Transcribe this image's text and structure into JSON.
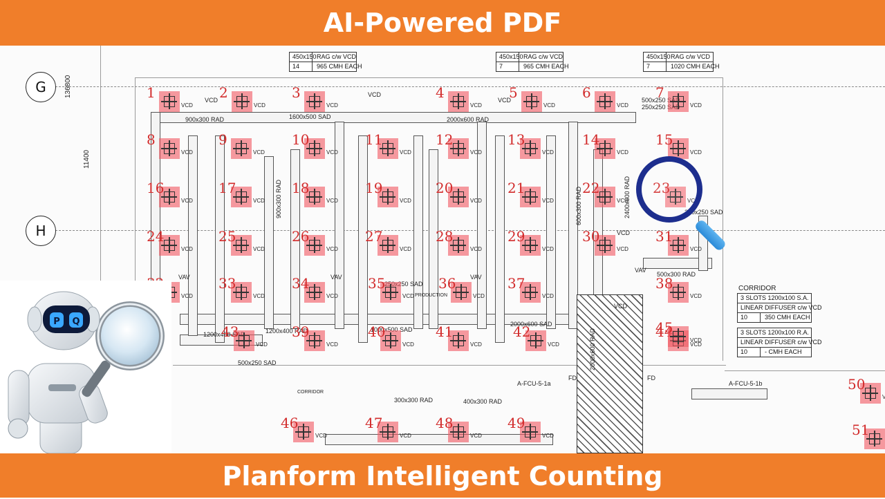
{
  "header": {
    "title": "AI-Powered PDF"
  },
  "footer": {
    "title": "Planform Intelligent Counting"
  },
  "drawing": {
    "grid_labels": [
      "G",
      "H"
    ],
    "dimensions": [
      "136800",
      "11400"
    ],
    "schedules": [
      {
        "rows": [
          [
            "450x150",
            "RAG c/w VCD"
          ],
          [
            "14",
            "965  CMH EACH"
          ]
        ]
      },
      {
        "rows": [
          [
            "450x150",
            "RAG c/w VCD"
          ],
          [
            "7",
            "965  CMH EACH"
          ]
        ]
      },
      {
        "rows": [
          [
            "450x150",
            "RAG c/w VCD"
          ],
          [
            "7",
            "1020  CMH EACH"
          ]
        ]
      }
    ],
    "corridor": {
      "title": "CORRIDOR",
      "rows": [
        "3 SLOTS 1200x100 S.A.",
        "LINEAR DIFFUSER c/w VCD",
        [
          "10",
          "350 CMH EACH"
        ],
        "3 SLOTS 1200x100 R.A.",
        "LINEAR DIFFUSER c/w VCD",
        [
          "10",
          "- CMH EACH"
        ]
      ]
    },
    "duct_labels": [
      "900x300 RAD",
      "1600x500 SAD",
      "2000x600 RAD",
      "500x250 SAD",
      "250x250 SAD",
      "2000x600 SAD",
      "1200x400 RAD",
      "1200x400 SAD",
      "1000x500 SAD",
      "2000x600 RAD",
      "500x250 SAD",
      "250x250 SAD",
      "300x300 RAD",
      "400x300 RAD",
      "A-FCU-5-1a",
      "A-FCU-5-1b",
      "500x300 RAD",
      "250x250 SAD",
      "900x300 RAD",
      "2400x600 RAD",
      "600x300 RAD",
      "PRODUCTION",
      "CORRIDOR"
    ],
    "tags": [
      "VCD",
      "VAV",
      "FD"
    ],
    "markers": [
      "1",
      "2",
      "3",
      "4",
      "5",
      "6",
      "7",
      "8",
      "9",
      "10",
      "11",
      "12",
      "13",
      "14",
      "15",
      "16",
      "17",
      "18",
      "19",
      "20",
      "21",
      "22",
      "23",
      "24",
      "25",
      "26",
      "27",
      "28",
      "29",
      "30",
      "31",
      "32",
      "33",
      "34",
      "35",
      "36",
      "37",
      "38",
      "39",
      "40",
      "41",
      "42",
      "43",
      "44",
      "45",
      "46",
      "47",
      "48",
      "49",
      "50",
      "51"
    ]
  },
  "colors": {
    "banner": "#f07e2a",
    "marker": "#f05a64",
    "marker_number": "#d22c2c",
    "magnifier_ring": "#1d2e8e",
    "magnifier_handle": "#2a8ad8"
  },
  "icons": [
    "magnifier-icon",
    "robot-mascot",
    "air-diffuser-icon"
  ]
}
